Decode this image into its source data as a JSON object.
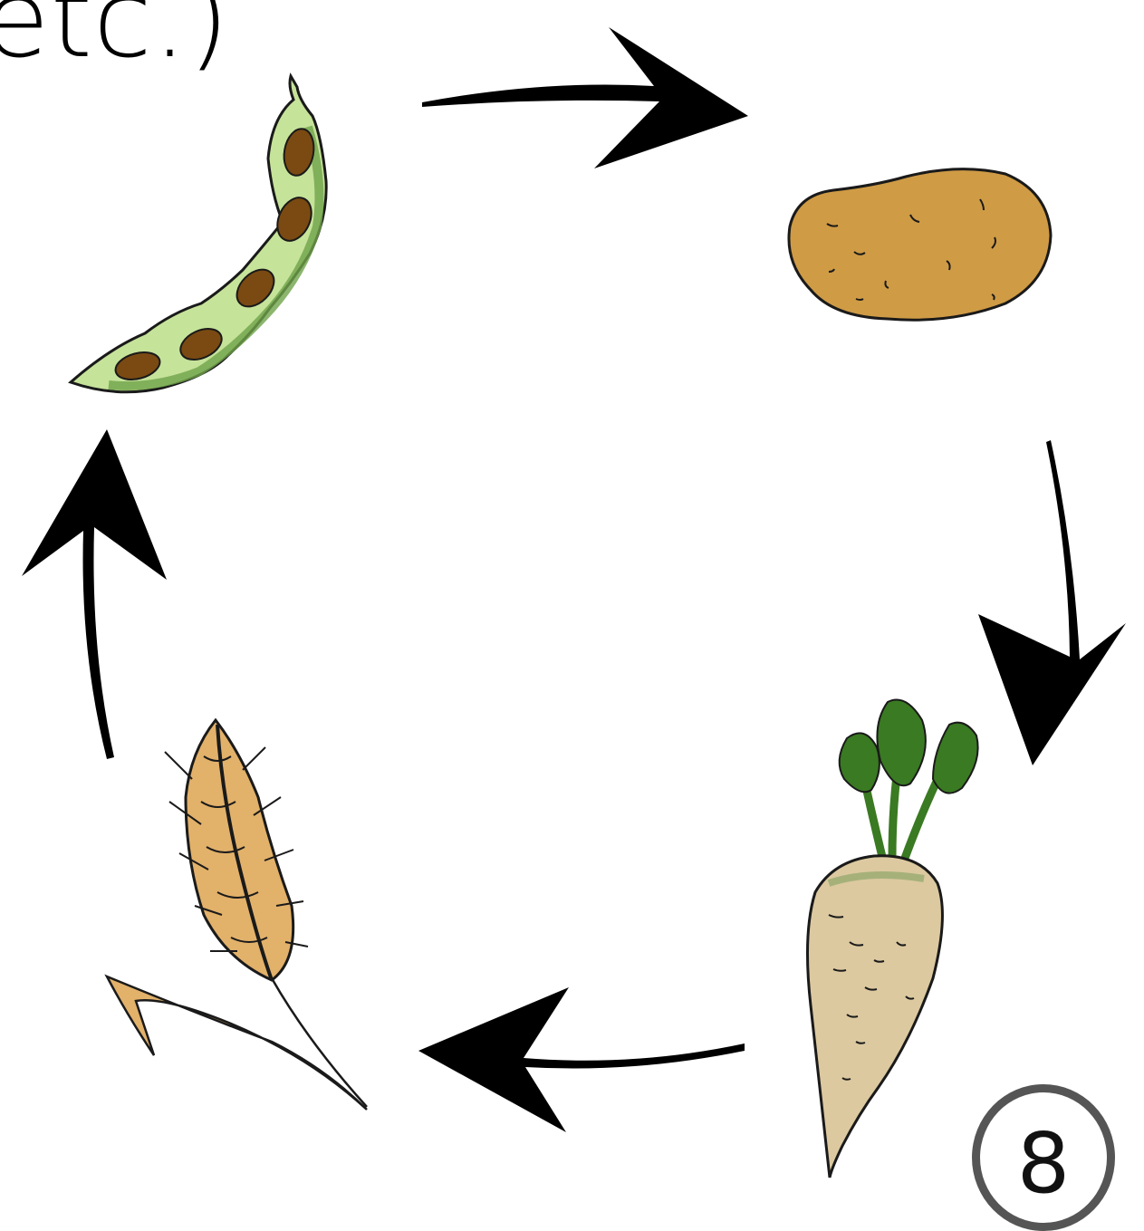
{
  "caption": "etc.)",
  "step_number": "8",
  "colors": {
    "arrow": "#000000",
    "outline": "#1a1a1a",
    "pod_fill": "#c6e39a",
    "pod_dark": "#6fa24a",
    "bean": "#7a4a12",
    "potato": "#cf9b45",
    "beet_root": "#dcc9a0",
    "beet_leaf": "#3a7a22",
    "wheat": "#e2b16a",
    "badge_border": "#555555"
  },
  "cycle": [
    {
      "crop": "legume",
      "icon": "bean-pod-icon"
    },
    {
      "crop": "potato",
      "icon": "potato-icon"
    },
    {
      "crop": "sugar beet",
      "icon": "sugar-beet-icon"
    },
    {
      "crop": "cereal",
      "icon": "wheat-ear-icon"
    }
  ]
}
